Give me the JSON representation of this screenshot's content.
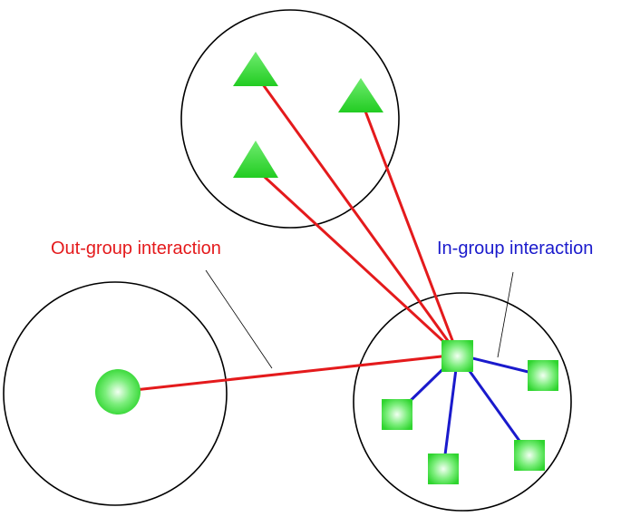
{
  "labels": {
    "out_group": "Out-group interaction",
    "in_group": "In-group interaction"
  },
  "colors": {
    "out_group": "#e41a1c",
    "in_group": "#1a1acc",
    "node_fill": "#3fe03f",
    "node_highlight": "#f2fff2",
    "group_stroke": "#000000"
  },
  "groups": [
    {
      "id": "group-triangles",
      "node_shape": "triangle",
      "node_count": 3
    },
    {
      "id": "group-single",
      "node_shape": "circle",
      "node_count": 1
    },
    {
      "id": "group-squares",
      "node_shape": "square",
      "node_count": 5
    }
  ],
  "edges": {
    "out_group": [
      {
        "from": "hub",
        "to": "triangle-1"
      },
      {
        "from": "hub",
        "to": "triangle-2"
      },
      {
        "from": "hub",
        "to": "triangle-3"
      },
      {
        "from": "hub",
        "to": "circle-node"
      }
    ],
    "in_group": [
      {
        "from": "hub",
        "to": "square-1"
      },
      {
        "from": "hub",
        "to": "square-2"
      },
      {
        "from": "hub",
        "to": "square-3"
      },
      {
        "from": "hub",
        "to": "square-4"
      }
    ]
  }
}
